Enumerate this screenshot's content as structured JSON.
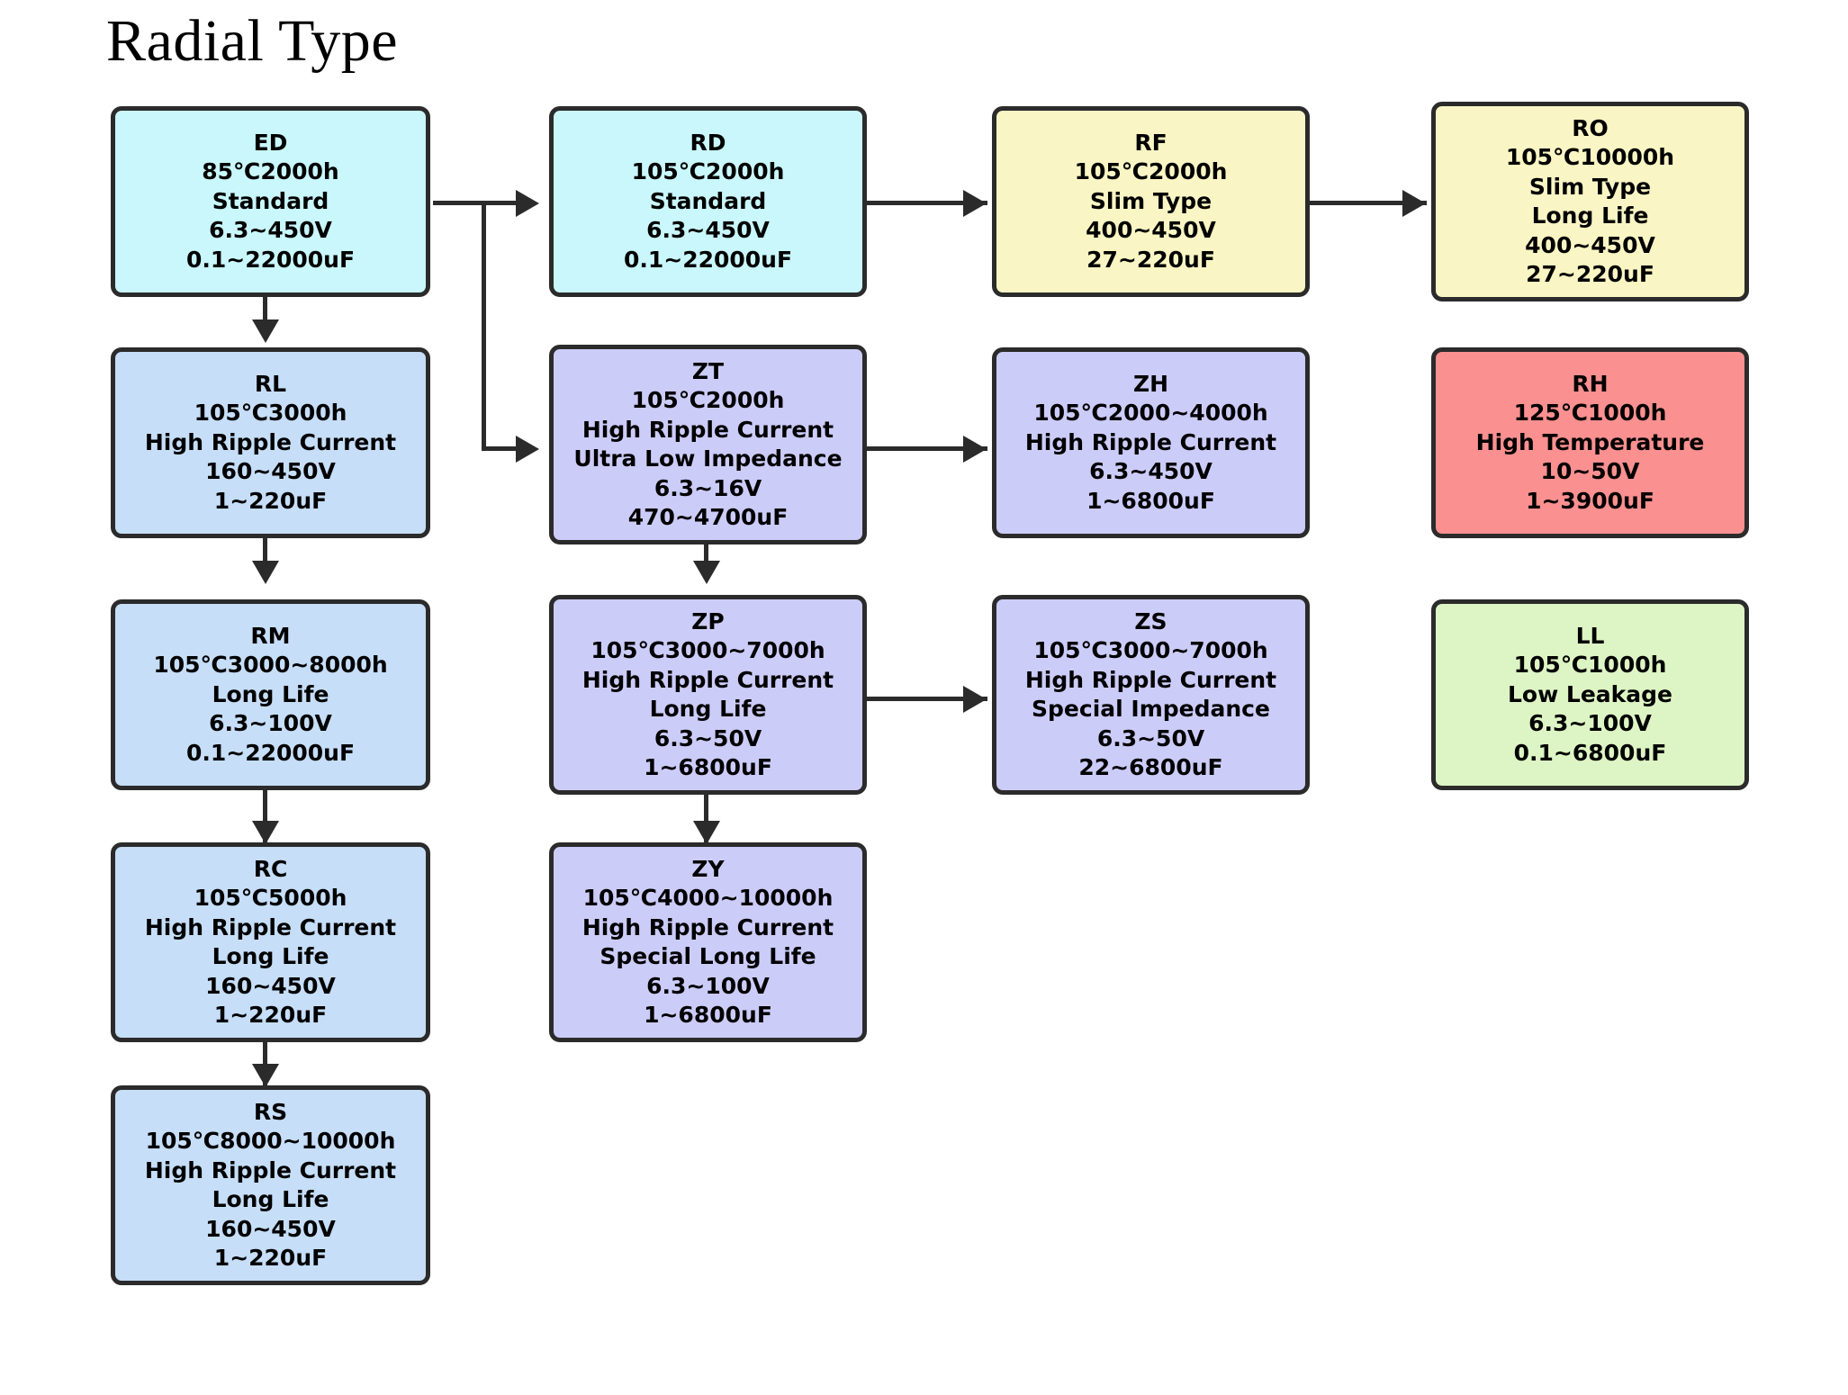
{
  "title": "Radial Type",
  "colors": {
    "cyan": "#c9f7fb",
    "blue": "#c6def8",
    "yellow": "#faf5c4",
    "purple": "#ccccf9",
    "red": "#fa9090",
    "green": "#ddf5c4",
    "stroke": "#2b2b2b"
  },
  "nodes": [
    {
      "id": "ED",
      "code": "ED",
      "color": "cyan",
      "lines": [
        "ED",
        "85℃2000h",
        "Standard",
        "6.3~450V",
        "0.1~22000uF"
      ]
    },
    {
      "id": "RD",
      "code": "RD",
      "color": "cyan",
      "lines": [
        "RD",
        "105℃2000h",
        "Standard",
        "6.3~450V",
        "0.1~22000uF"
      ]
    },
    {
      "id": "RF",
      "code": "RF",
      "color": "yellow",
      "lines": [
        "RF",
        "105℃2000h",
        "Slim Type",
        "400~450V",
        "27~220uF"
      ]
    },
    {
      "id": "RO",
      "code": "RO",
      "color": "yellow",
      "lines": [
        "RO",
        "105℃10000h",
        "Slim Type",
        "Long Life",
        "400~450V",
        "27~220uF"
      ]
    },
    {
      "id": "RL",
      "code": "RL",
      "color": "blue",
      "lines": [
        "RL",
        "105℃3000h",
        "High Ripple Current",
        "160~450V",
        "1~220uF"
      ]
    },
    {
      "id": "ZT",
      "code": "ZT",
      "color": "purple",
      "lines": [
        "ZT",
        "105℃2000h",
        "High Ripple Current",
        "Ultra Low Impedance",
        "6.3~16V",
        "470~4700uF"
      ]
    },
    {
      "id": "ZH",
      "code": "ZH",
      "color": "purple",
      "lines": [
        "ZH",
        "105℃2000~4000h",
        "High Ripple Current",
        "6.3~450V",
        "1~6800uF"
      ]
    },
    {
      "id": "RH",
      "code": "RH",
      "color": "red",
      "lines": [
        "RH",
        "125℃1000h",
        "High Temperature",
        "10~50V",
        "1~3900uF"
      ]
    },
    {
      "id": "RM",
      "code": "RM",
      "color": "blue",
      "lines": [
        "RM",
        "105℃3000~8000h",
        "Long Life",
        "6.3~100V",
        "0.1~22000uF"
      ]
    },
    {
      "id": "ZP",
      "code": "ZP",
      "color": "purple",
      "lines": [
        "ZP",
        "105℃3000~7000h",
        "High Ripple Current",
        "Long Life",
        "6.3~50V",
        "1~6800uF"
      ]
    },
    {
      "id": "ZS",
      "code": "ZS",
      "color": "purple",
      "lines": [
        "ZS",
        "105℃3000~7000h",
        "High Ripple Current",
        "Special Impedance",
        "6.3~50V",
        "22~6800uF"
      ]
    },
    {
      "id": "LL",
      "code": "LL",
      "color": "green",
      "lines": [
        "LL",
        "105℃1000h",
        "Low Leakage",
        "6.3~100V",
        "0.1~6800uF"
      ]
    },
    {
      "id": "RC",
      "code": "RC",
      "color": "blue",
      "lines": [
        "RC",
        "105℃5000h",
        "High Ripple Current",
        "Long Life",
        "160~450V",
        "1~220uF"
      ]
    },
    {
      "id": "ZY",
      "code": "ZY",
      "color": "purple",
      "lines": [
        "ZY",
        "105℃4000~10000h",
        "High Ripple Current",
        "Special Long Life",
        "6.3~100V",
        "1~6800uF"
      ]
    },
    {
      "id": "RS",
      "code": "RS",
      "color": "blue",
      "lines": [
        "RS",
        "105℃8000~10000h",
        "High Ripple Current",
        "Long Life",
        "160~450V",
        "1~220uF"
      ]
    }
  ],
  "edges": [
    {
      "from": "ED",
      "to": "RD"
    },
    {
      "from": "ED",
      "to": "ZT"
    },
    {
      "from": "ED",
      "to": "RL"
    },
    {
      "from": "RD",
      "to": "RF"
    },
    {
      "from": "RF",
      "to": "RO"
    },
    {
      "from": "ZT",
      "to": "ZH"
    },
    {
      "from": "ZT",
      "to": "ZP"
    },
    {
      "from": "ZP",
      "to": "ZS"
    },
    {
      "from": "ZP",
      "to": "ZY"
    },
    {
      "from": "RL",
      "to": "RM"
    },
    {
      "from": "RM",
      "to": "RC"
    },
    {
      "from": "RC",
      "to": "RS"
    }
  ]
}
